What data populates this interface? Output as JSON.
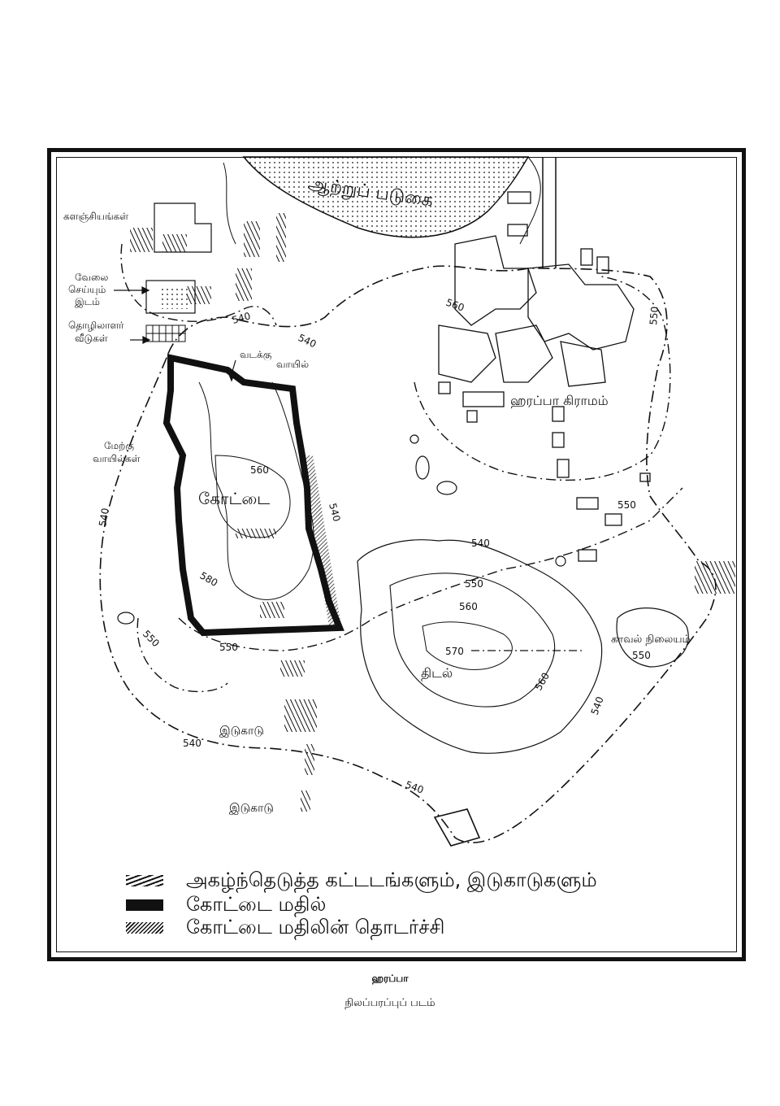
{
  "map": {
    "labels": {
      "river_bed": "ஆற்றுப் படுகை",
      "granaries": "களஞ்சியங்கள்",
      "work_place_1": "வேலை",
      "work_place_2": "செய்யும்",
      "work_place_3": "இடம்",
      "workers_houses_1": "தொழிலாளர்",
      "workers_houses_2": "வீடுகள்",
      "north_gate_1": "வடக்கு",
      "north_gate_2": "வாயில்",
      "west_gates_1": "மேற்கு",
      "west_gates_2": "வாயில்கள்",
      "citadel": "கோட்டை",
      "harappa_village": "ஹரப்பா கிராமம்",
      "mound": "திடல்",
      "police_station": "காவல் நிலையம்",
      "cemetery_1": "இடுகாடு",
      "cemetery_2": "இடுகாடு"
    },
    "contours": {
      "c540_a": "540",
      "c540_b": "540",
      "c540_c": "540",
      "c540_d": "540",
      "c540_e": "540",
      "c540_f": "540",
      "c540_g": "540",
      "c540_h": "540",
      "c550_a": "550",
      "c550_b": "550",
      "c550_c": "550",
      "c550_d": "550",
      "c550_e": "550",
      "c550_f": "550",
      "c560_a": "560",
      "c560_b": "560",
      "c560_c": "560",
      "c560_d": "560",
      "c570_a": "570",
      "c580_a": "580"
    }
  },
  "legend": {
    "excavated": "அகழ்ந்தெடுத்த கட்டடங்களும், இடுகாடுகளும்",
    "fort_wall": "கோட்டை மதில்",
    "fort_wall_continuation": "கோட்டை மதிலின் தொடர்ச்சி"
  },
  "caption": {
    "title": "ஹரப்பா",
    "subtitle": "நிலப்பரப்புப் படம்"
  }
}
